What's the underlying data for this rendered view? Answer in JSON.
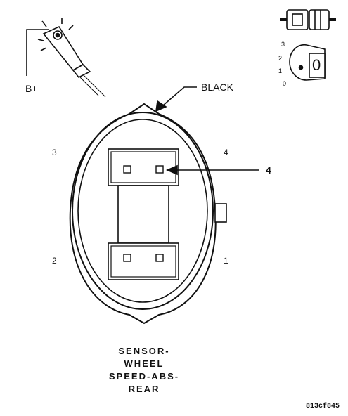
{
  "labels": {
    "battery": "B+",
    "wire_color": "BLACK",
    "callout": "4",
    "pin_3": "3",
    "pin_4": "4",
    "pin_2": "2",
    "pin_1": "1",
    "key_pos_3": "3",
    "key_pos_2": "2",
    "key_pos_1": "1",
    "key_pos_0": "0",
    "key_tag": "0"
  },
  "title": {
    "line1": "SENSOR-",
    "line2": "WHEEL",
    "line3": "SPEED-ABS-",
    "line4": "REAR"
  },
  "figure_code": "813cf845",
  "colors": {
    "ink": "#111111",
    "background": "#ffffff",
    "inner_fill": "#ffffff"
  }
}
